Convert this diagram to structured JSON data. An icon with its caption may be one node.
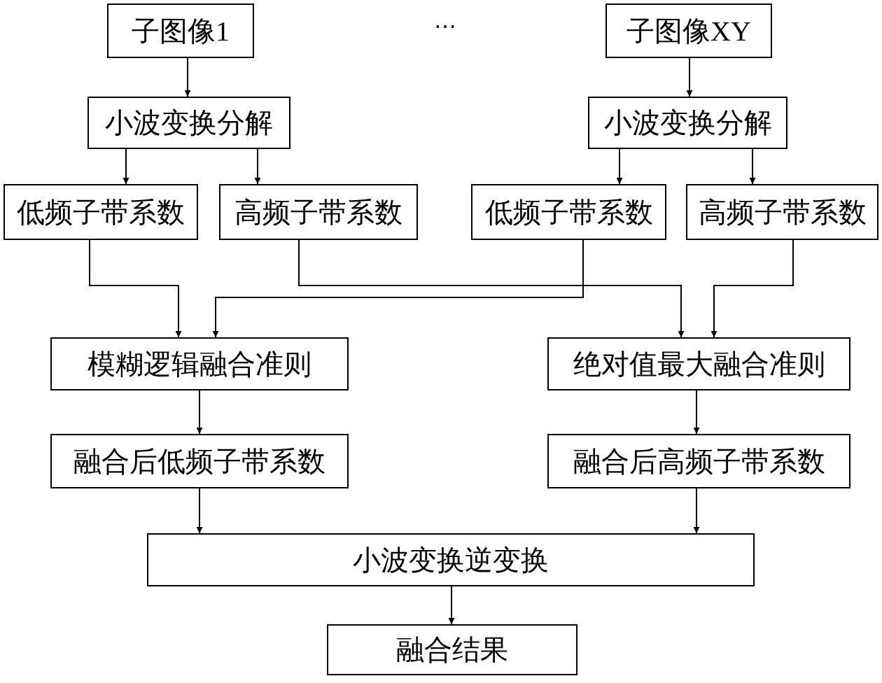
{
  "diagram": {
    "nodes": [
      {
        "text": [
          "子图像1"
        ]
      },
      {
        "text": [
          "子图像XY"
        ]
      },
      {
        "text": [
          "小波变换分解"
        ]
      },
      {
        "text": [
          "小波变换分解"
        ]
      },
      {
        "text": [
          "低频子带系数"
        ]
      },
      {
        "text": [
          "高频子带系数"
        ]
      },
      {
        "text": [
          "低频子带系数"
        ]
      },
      {
        "text": [
          "高频子带系数"
        ]
      },
      {
        "text": [
          "模糊逻辑融合准则"
        ]
      },
      {
        "text": [
          "绝对值最大融合准则"
        ]
      },
      {
        "text": [
          "融合后低频子带系数"
        ]
      },
      {
        "text": [
          "融合后高频子带系数"
        ]
      },
      {
        "text": [
          "小波变换逆变换"
        ]
      },
      {
        "text": [
          "融合结果"
        ]
      }
    ],
    "edges": [
      {
        "from": 0,
        "to": 2,
        "arrow": "to"
      },
      {
        "from": 1,
        "to": 3,
        "arrow": "to"
      },
      {
        "from": 2,
        "to": 4,
        "arrow": "to"
      },
      {
        "from": 2,
        "to": 5,
        "arrow": "to"
      },
      {
        "from": 3,
        "to": 6,
        "arrow": "to"
      },
      {
        "from": 3,
        "to": 7,
        "arrow": "to"
      },
      {
        "from": 4,
        "to": 8,
        "arrow": "to"
      },
      {
        "from": 6,
        "to": 8,
        "arrow": "to"
      },
      {
        "from": 5,
        "to": 9,
        "arrow": "to"
      },
      {
        "from": 7,
        "to": 9,
        "arrow": "to"
      },
      {
        "from": 8,
        "to": 10,
        "arrow": "to"
      },
      {
        "from": 9,
        "to": 11,
        "arrow": "to"
      },
      {
        "from": 10,
        "to": 12,
        "arrow": "to"
      },
      {
        "from": 11,
        "to": 12,
        "arrow": "to"
      },
      {
        "from": 12,
        "to": 13,
        "arrow": "to"
      }
    ],
    "labels": [
      "⋯"
    ]
  }
}
